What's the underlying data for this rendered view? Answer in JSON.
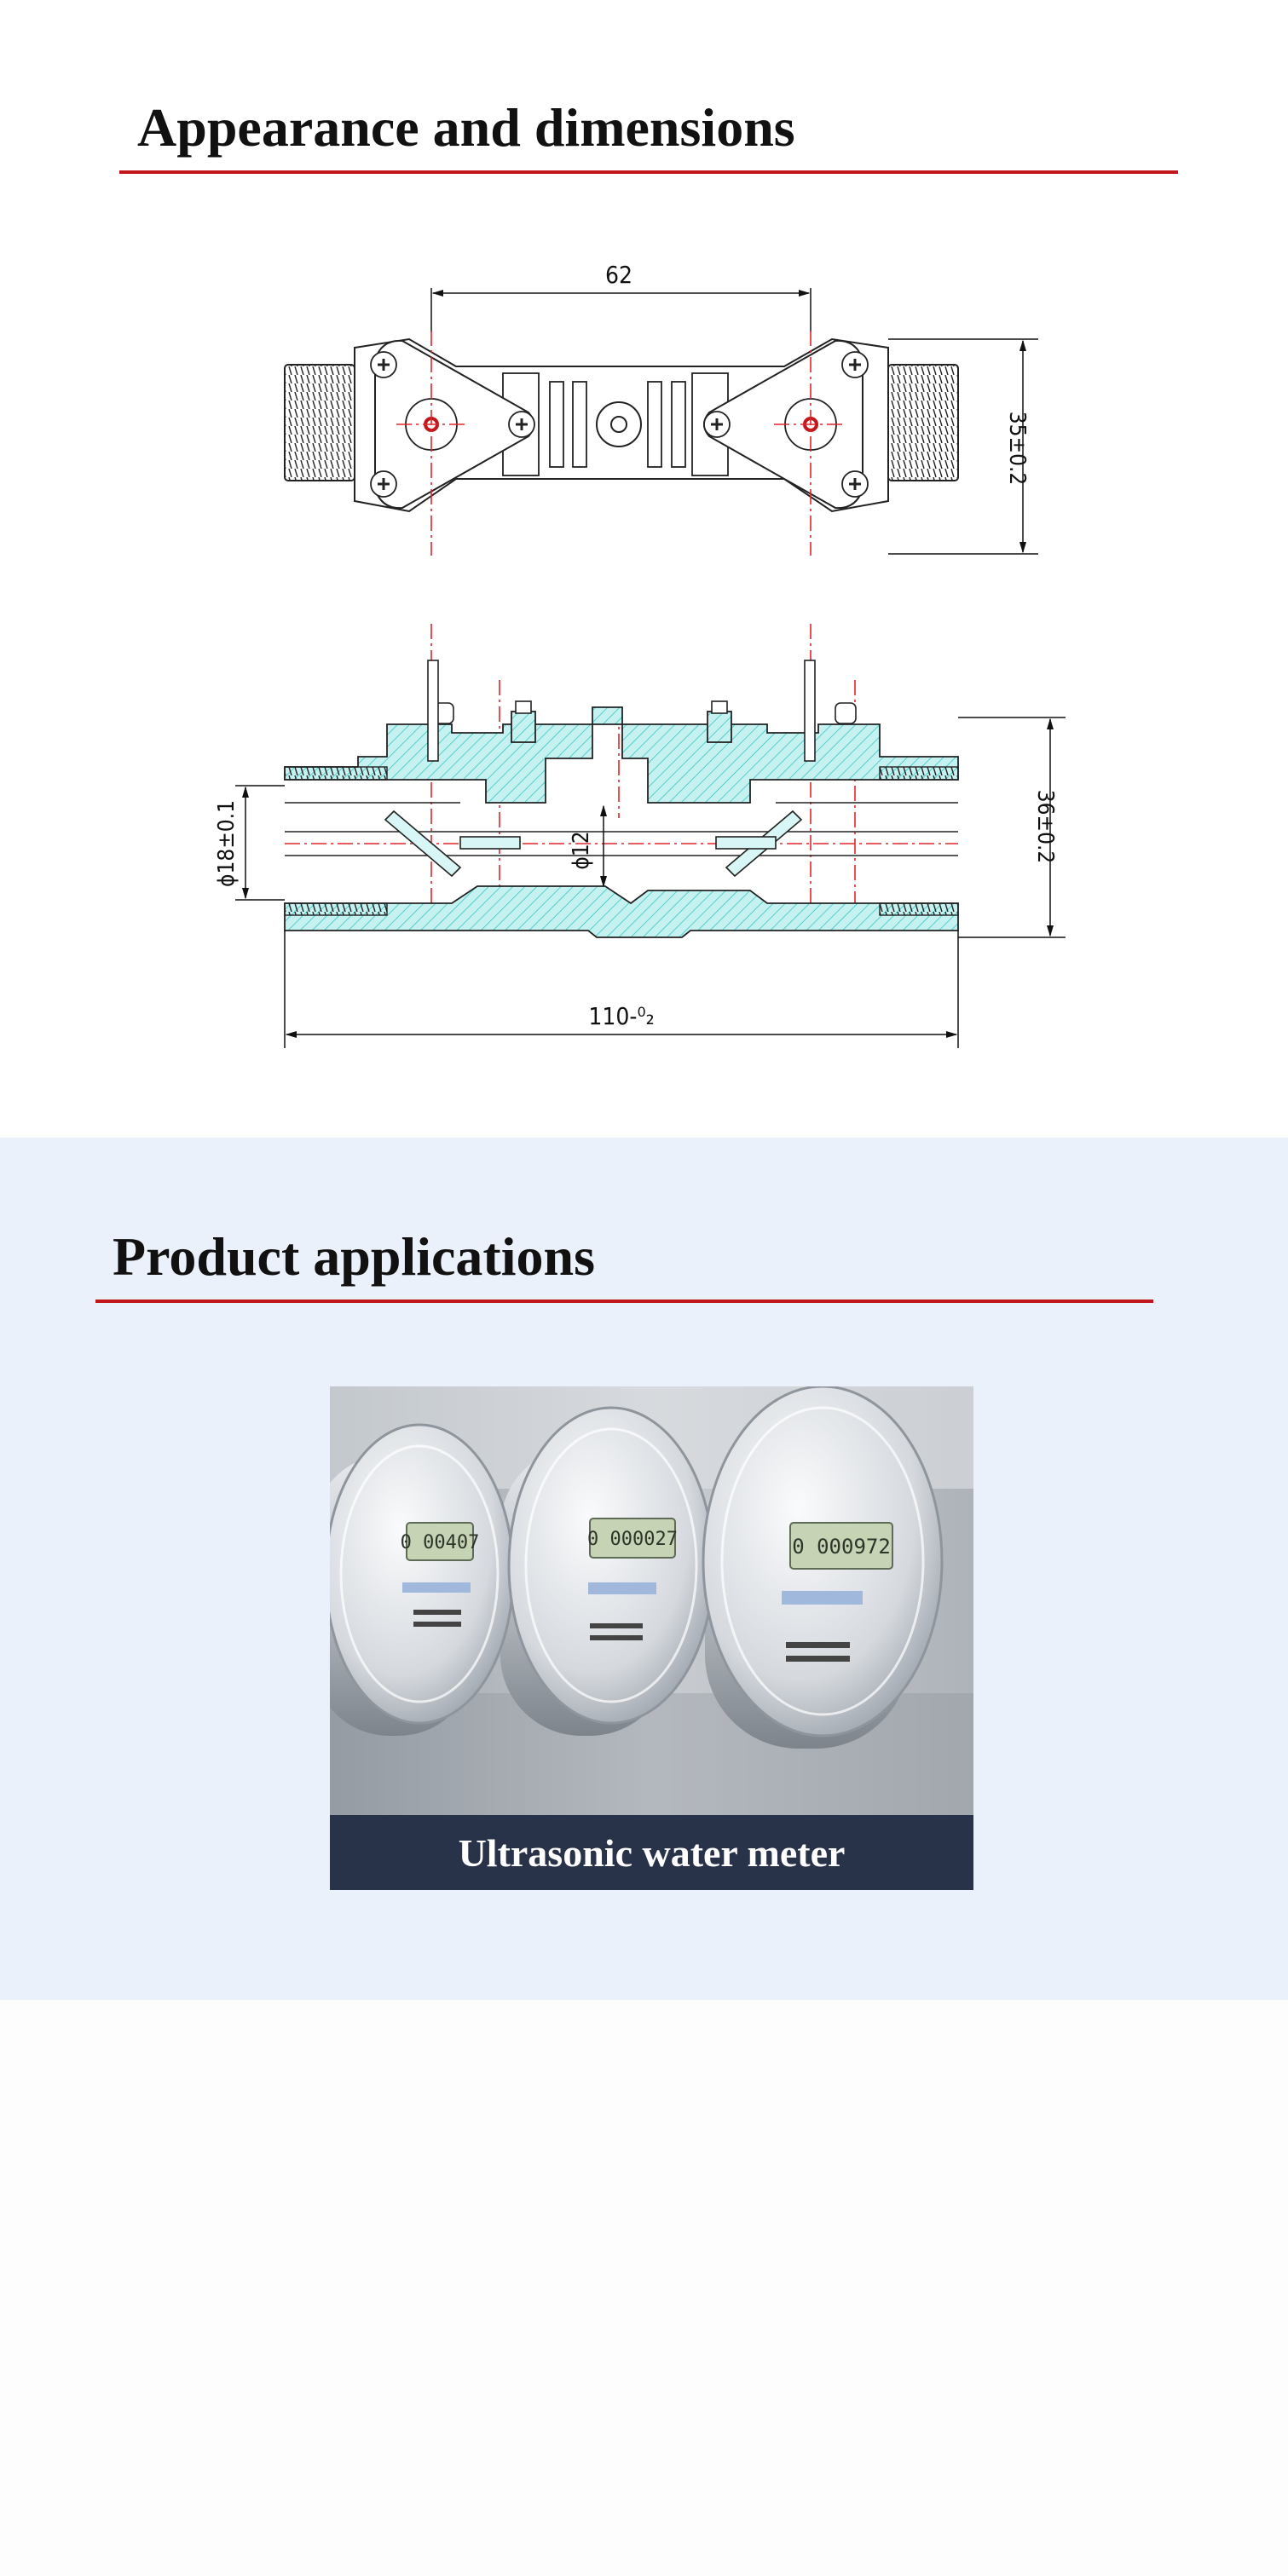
{
  "appearance": {
    "title": "Appearance and dimensions",
    "accent_color": "#c0161c",
    "top_view": {
      "width_label": "62",
      "height_label": "35±0.2"
    },
    "side_view": {
      "diameter_label": "ϕ18±0.1",
      "inner_diameter_label": "ϕ12",
      "height_label": "36±0.2",
      "length_label": "110-⁰₂"
    }
  },
  "applications": {
    "title": "Product applications",
    "accent_color": "#c0161c",
    "items": [
      {
        "caption": "Ultrasonic water meter",
        "meters": [
          {
            "display": "0 00407"
          },
          {
            "display": "0 000027"
          },
          {
            "display": "0 000972"
          }
        ]
      }
    ]
  }
}
